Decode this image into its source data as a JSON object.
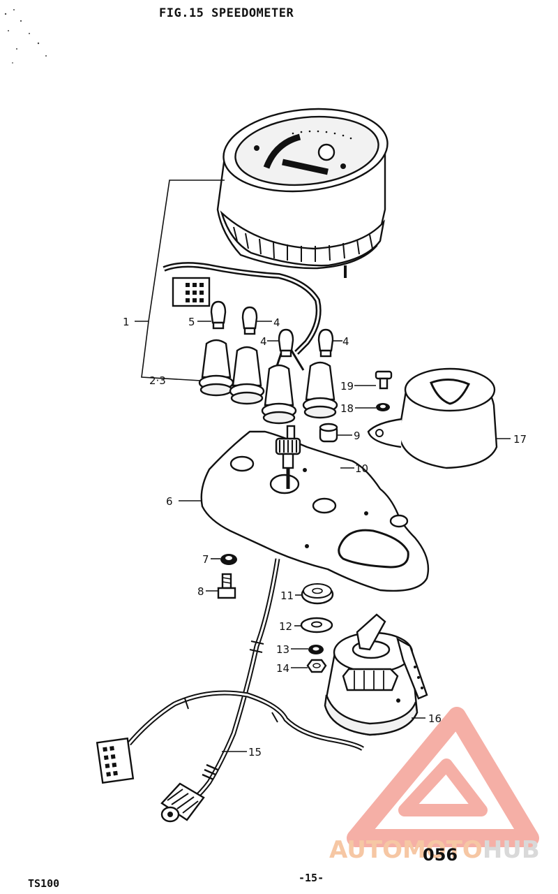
{
  "figure": {
    "title": "FIG.15 SPEEDOMETER",
    "model": "TS100",
    "page_number": "-15-",
    "code": "056"
  },
  "callouts": [
    {
      "id": "c1",
      "label": "1"
    },
    {
      "id": "c2-3",
      "label": "2·3"
    },
    {
      "id": "c4a",
      "label": "4"
    },
    {
      "id": "c4b",
      "label": "4"
    },
    {
      "id": "c4c",
      "label": "4"
    },
    {
      "id": "c5",
      "label": "5"
    },
    {
      "id": "c6",
      "label": "6"
    },
    {
      "id": "c7",
      "label": "7"
    },
    {
      "id": "c8",
      "label": "8"
    },
    {
      "id": "c9",
      "label": "9"
    },
    {
      "id": "c10",
      "label": "10"
    },
    {
      "id": "c11",
      "label": "11"
    },
    {
      "id": "c12",
      "label": "12"
    },
    {
      "id": "c13",
      "label": "13"
    },
    {
      "id": "c14",
      "label": "14"
    },
    {
      "id": "c15",
      "label": "15"
    },
    {
      "id": "c16",
      "label": "16"
    },
    {
      "id": "c17",
      "label": "17"
    },
    {
      "id": "c18",
      "label": "18"
    },
    {
      "id": "c19",
      "label": "19"
    }
  ],
  "watermark": {
    "part1": "AUTOMOTO",
    "part2": "HUB",
    "color_primary": "#f08a7e",
    "color_secondary": "#f6c7a4"
  }
}
